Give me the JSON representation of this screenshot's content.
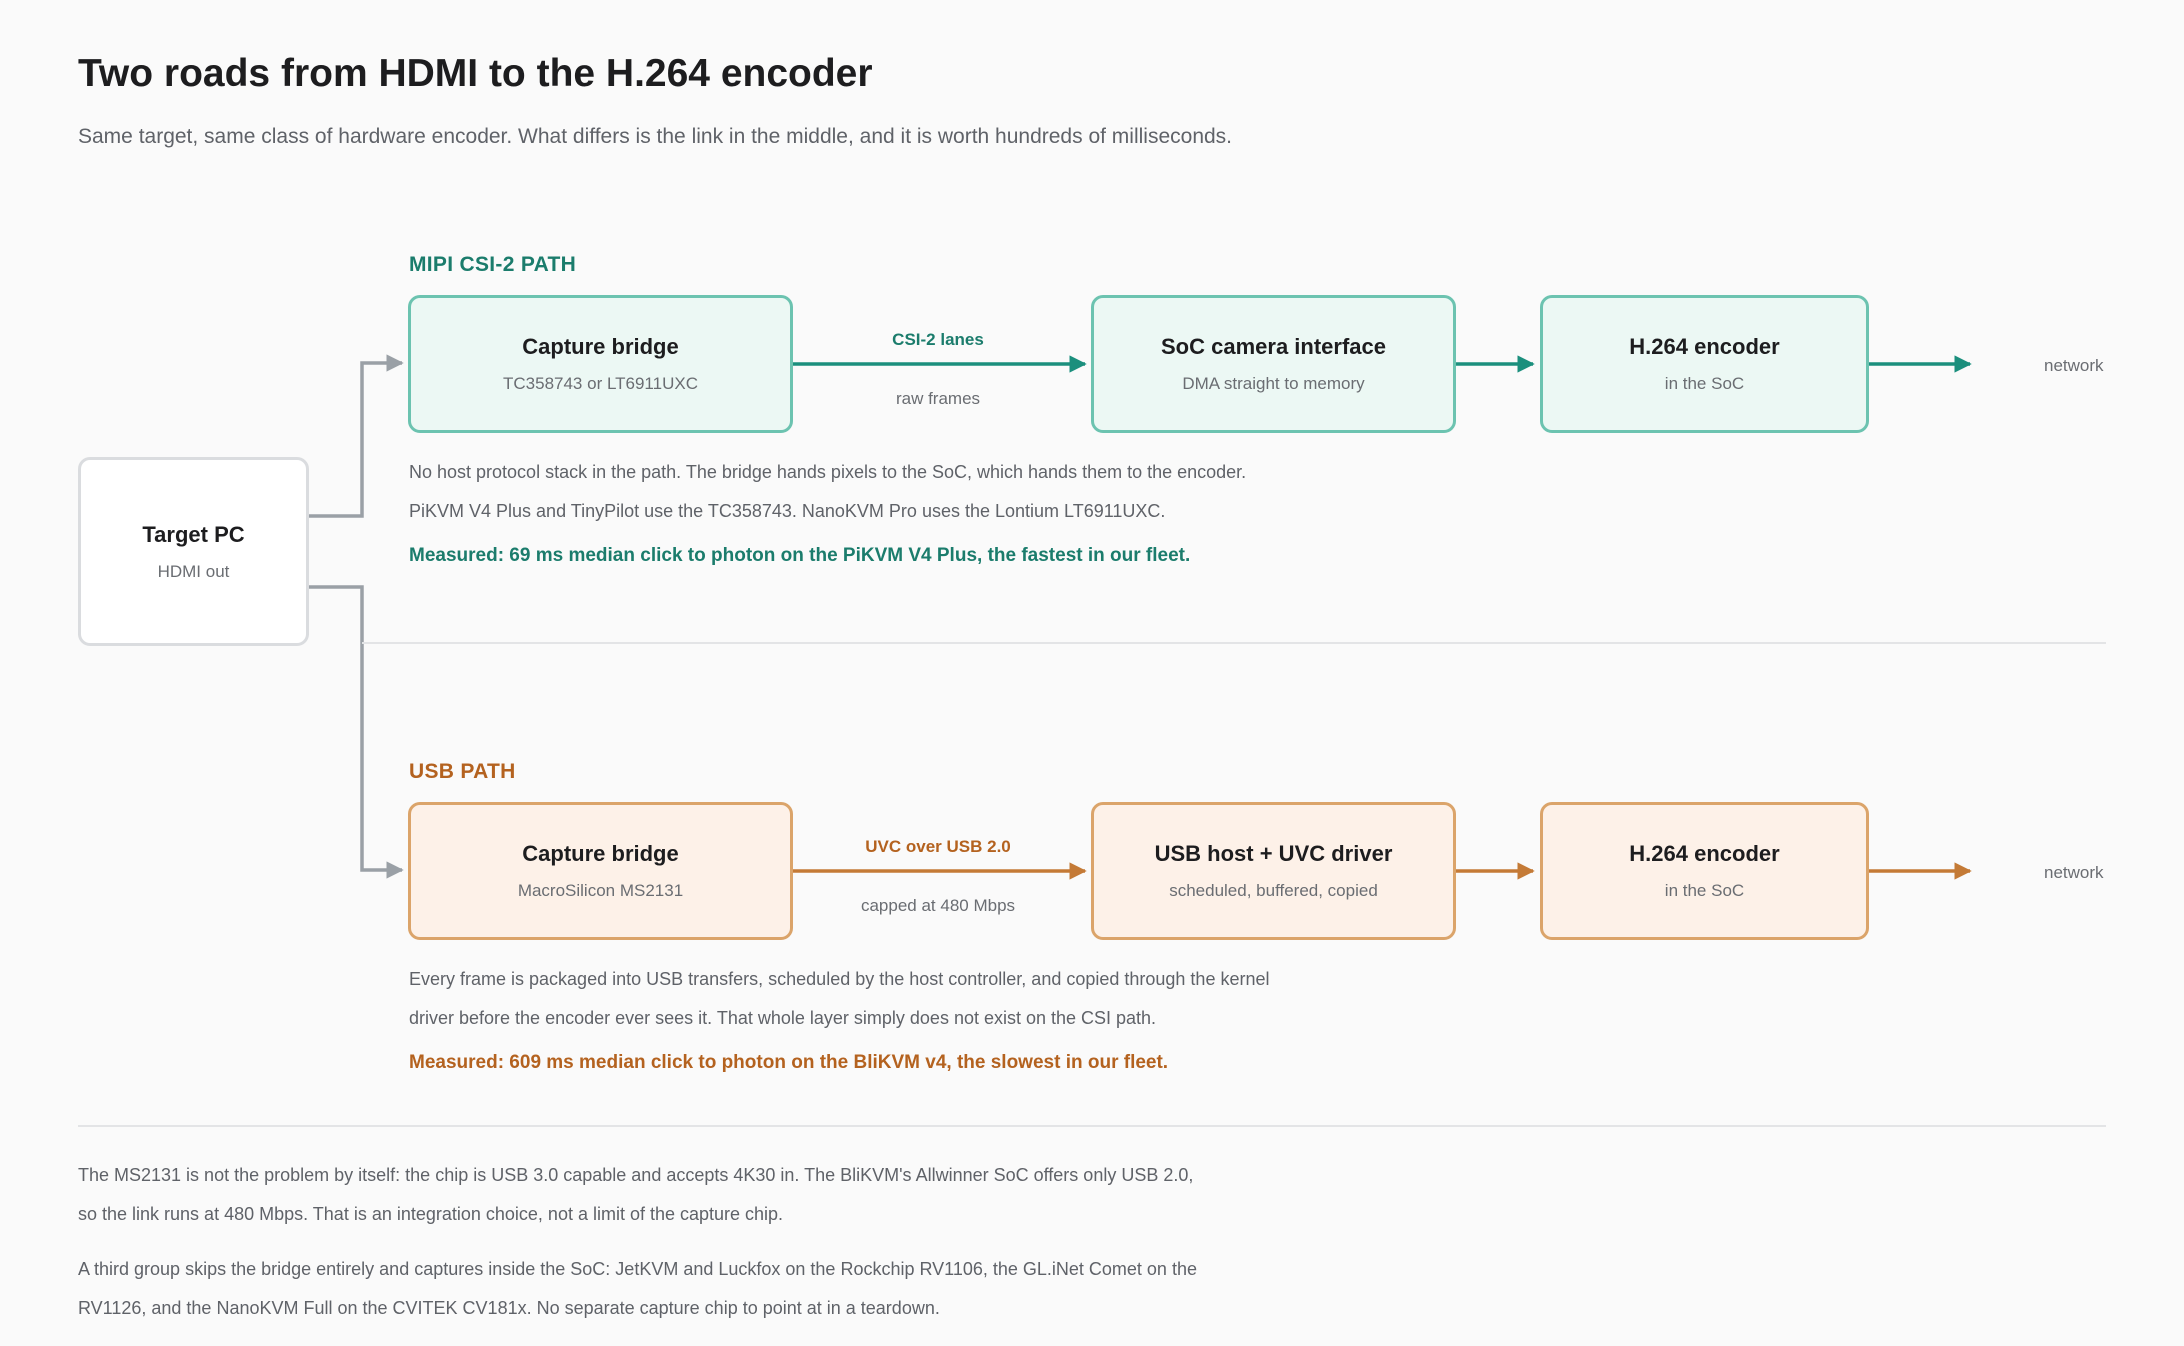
{
  "title": "Two roads from HDMI to the H.264 encoder",
  "subtitle": "Same target, same class of hardware encoder. What differs is the link in the middle, and it is worth hundreds of milliseconds.",
  "target": {
    "title": "Target PC",
    "sub": "HDMI out"
  },
  "mipi": {
    "label": "MIPI CSI-2 PATH",
    "color": "#1b8f7d",
    "bridge": {
      "title": "Capture bridge",
      "sub": "TC358743 or LT6911UXC"
    },
    "link": {
      "top": "CSI-2 lanes",
      "bottom": "raw frames"
    },
    "middle": {
      "title": "SoC camera interface",
      "sub": "DMA straight to memory"
    },
    "encoder": {
      "title": "H.264 encoder",
      "sub": "in the SoC"
    },
    "network": "network",
    "notes": [
      "No host protocol stack in the path. The bridge hands pixels to the SoC, which hands them to the encoder.",
      "PiKVM V4 Plus and TinyPilot use the TC358743. NanoKVM Pro uses the Lontium LT6911UXC."
    ],
    "measured": "Measured: 69 ms median click to photon on the PiKVM V4 Plus, the fastest in our fleet."
  },
  "usb": {
    "label": "USB PATH",
    "color": "#c47a36",
    "bridge": {
      "title": "Capture bridge",
      "sub": "MacroSilicon MS2131"
    },
    "link": {
      "top": "UVC over USB 2.0",
      "bottom": "capped at 480 Mbps"
    },
    "middle": {
      "title": "USB host + UVC driver",
      "sub": "scheduled, buffered, copied"
    },
    "encoder": {
      "title": "H.264 encoder",
      "sub": "in the SoC"
    },
    "network": "network",
    "notes": [
      "Every frame is packaged into USB transfers, scheduled by the host controller, and copied through the kernel",
      "driver before the encoder ever sees it. That whole layer simply does not exist on the CSI path."
    ],
    "measured": "Measured: 609 ms median click to photon on the BliKVM v4, the slowest in our fleet."
  },
  "connector_color": "#9aa0a6",
  "footer": {
    "p1": [
      "The MS2131 is not the problem by itself: the chip is USB 3.0 capable and accepts 4K30 in. The BliKVM's Allwinner SoC offers only USB 2.0,",
      "so the link runs at 480 Mbps. That is an integration choice, not a limit of the capture chip."
    ],
    "p2": [
      "A third group skips the bridge entirely and captures inside the SoC: JetKVM and Luckfox on the Rockchip RV1106, the GL.iNet Comet on the",
      "RV1126, and the NanoKVM Full on the CVITEK CV181x. No separate capture chip to point at in a teardown."
    ]
  }
}
